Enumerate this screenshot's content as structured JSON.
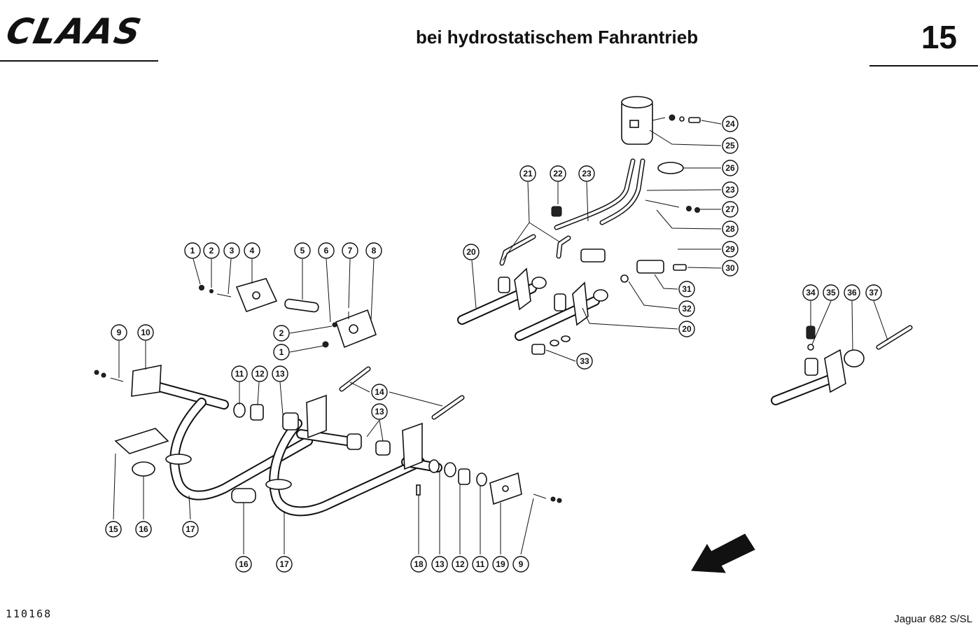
{
  "header": {
    "logo_text": "CLAAS",
    "title": "bei hydrostatischem Fahrantrieb",
    "page_number": "15"
  },
  "footer": {
    "drawing_number": "110168",
    "model": "Jaguar 682 S/SL"
  },
  "callouts": [
    {
      "id": "c1a",
      "label": "1"
    },
    {
      "id": "c2a",
      "label": "2"
    },
    {
      "id": "c3",
      "label": "3"
    },
    {
      "id": "c4",
      "label": "4"
    },
    {
      "id": "c5",
      "label": "5"
    },
    {
      "id": "c6",
      "label": "6"
    },
    {
      "id": "c7",
      "label": "7"
    },
    {
      "id": "c8",
      "label": "8"
    },
    {
      "id": "c2b",
      "label": "2"
    },
    {
      "id": "c1b",
      "label": "1"
    },
    {
      "id": "c9a",
      "label": "9"
    },
    {
      "id": "c10",
      "label": "10"
    },
    {
      "id": "c11a",
      "label": "11"
    },
    {
      "id": "c12a",
      "label": "12"
    },
    {
      "id": "c13a",
      "label": "13"
    },
    {
      "id": "c14",
      "label": "14"
    },
    {
      "id": "c13b",
      "label": "13"
    },
    {
      "id": "c15",
      "label": "15"
    },
    {
      "id": "c16a",
      "label": "16"
    },
    {
      "id": "c17a",
      "label": "17"
    },
    {
      "id": "c16b",
      "label": "16"
    },
    {
      "id": "c17b",
      "label": "17"
    },
    {
      "id": "c18",
      "label": "18"
    },
    {
      "id": "c13c",
      "label": "13"
    },
    {
      "id": "c12b",
      "label": "12"
    },
    {
      "id": "c11b",
      "label": "11"
    },
    {
      "id": "c19",
      "label": "19"
    },
    {
      "id": "c9b",
      "label": "9"
    },
    {
      "id": "c20a",
      "label": "20"
    },
    {
      "id": "c21",
      "label": "21"
    },
    {
      "id": "c22",
      "label": "22"
    },
    {
      "id": "c23a",
      "label": "23"
    },
    {
      "id": "c24",
      "label": "24"
    },
    {
      "id": "c25",
      "label": "25"
    },
    {
      "id": "c26",
      "label": "26"
    },
    {
      "id": "c23b",
      "label": "23"
    },
    {
      "id": "c27",
      "label": "27"
    },
    {
      "id": "c28",
      "label": "28"
    },
    {
      "id": "c29",
      "label": "29"
    },
    {
      "id": "c30",
      "label": "30"
    },
    {
      "id": "c31",
      "label": "31"
    },
    {
      "id": "c32",
      "label": "32"
    },
    {
      "id": "c20b",
      "label": "20"
    },
    {
      "id": "c33",
      "label": "33"
    },
    {
      "id": "c34",
      "label": "34"
    },
    {
      "id": "c35",
      "label": "35"
    },
    {
      "id": "c36",
      "label": "36"
    },
    {
      "id": "c37",
      "label": "37"
    }
  ]
}
